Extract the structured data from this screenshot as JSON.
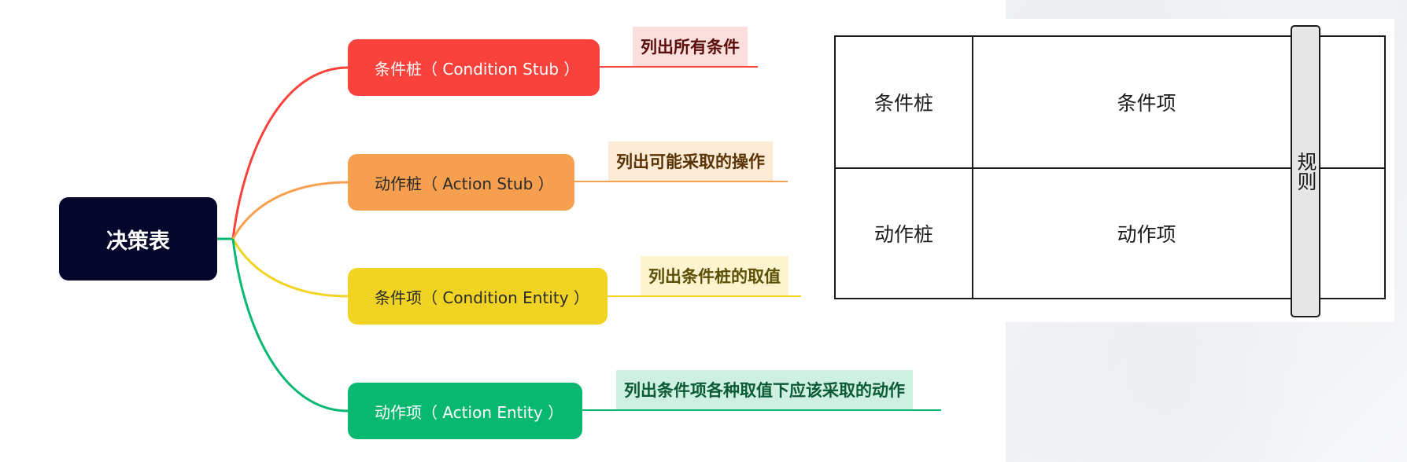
{
  "root": {
    "label": "决策表",
    "color": "#04062b"
  },
  "branches": [
    {
      "label": "条件桩（ Condition Stub ）",
      "note": "列出所有条件",
      "color": "#f8423b"
    },
    {
      "label": "动作桩（ Action Stub ）",
      "note": "列出可能采取的操作",
      "color": "#f6a04f"
    },
    {
      "label": "条件项（ Condition Entity ）",
      "note": "列出条件桩的取值",
      "color": "#f1d423"
    },
    {
      "label": "动作项（ Action Entity ）",
      "note": "列出条件项各种取值下应该采取的动作",
      "color": "#06b870"
    }
  ],
  "table": {
    "condition_stub": "条件桩",
    "condition_entity": "条件项",
    "action_stub": "动作桩",
    "action_entity": "动作项",
    "rule": "规则"
  }
}
